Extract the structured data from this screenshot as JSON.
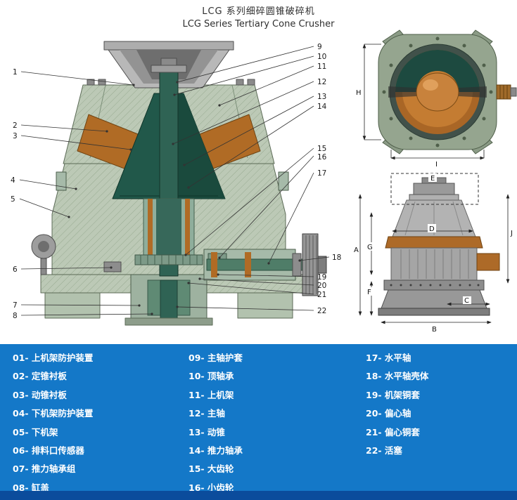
{
  "header": {
    "title_zh": "LCG 系列细碎圆锥破碎机",
    "title_en": "LCG Series Tertiary Cone Crusher"
  },
  "diagram": {
    "callout_numbers": [
      "1",
      "2",
      "3",
      "4",
      "5",
      "6",
      "7",
      "8",
      "9",
      "10",
      "11",
      "12",
      "13",
      "14",
      "15",
      "16",
      "17",
      "18",
      "19",
      "20",
      "21",
      "22"
    ]
  },
  "dims": {
    "H": "H",
    "I": "I",
    "A": "A",
    "B": "B",
    "C": "C",
    "D": "D",
    "E": "E",
    "F": "F",
    "G": "G",
    "J": "J"
  },
  "legend": {
    "col1": [
      "01- 上机架防护装置",
      "02- 定锥衬板",
      "03- 动锥衬板",
      "04- 下机架防护装置",
      "05- 下机架",
      "06- 排料口传感器",
      "07- 推力轴承组",
      "08- 缸盖"
    ],
    "col2": [
      "09- 主轴护套",
      "10- 顶轴承",
      "11- 上机架",
      "12- 主轴",
      "13- 动锥",
      "14- 推力轴承",
      "15- 大齿轮",
      "16- 小齿轮"
    ],
    "col3": [
      "17- 水平轴",
      "18- 水平轴壳体",
      "19- 机架铜套",
      "20- 偏心轴",
      "21- 偏心铜套",
      "22- 活塞"
    ]
  },
  "colors": {
    "legend_bg": "#1478c8",
    "footer_bg": "#0b4c9c",
    "copper": "#b06b25",
    "dark_teal": "#21584a",
    "frame_green": "#bcc9b6"
  }
}
